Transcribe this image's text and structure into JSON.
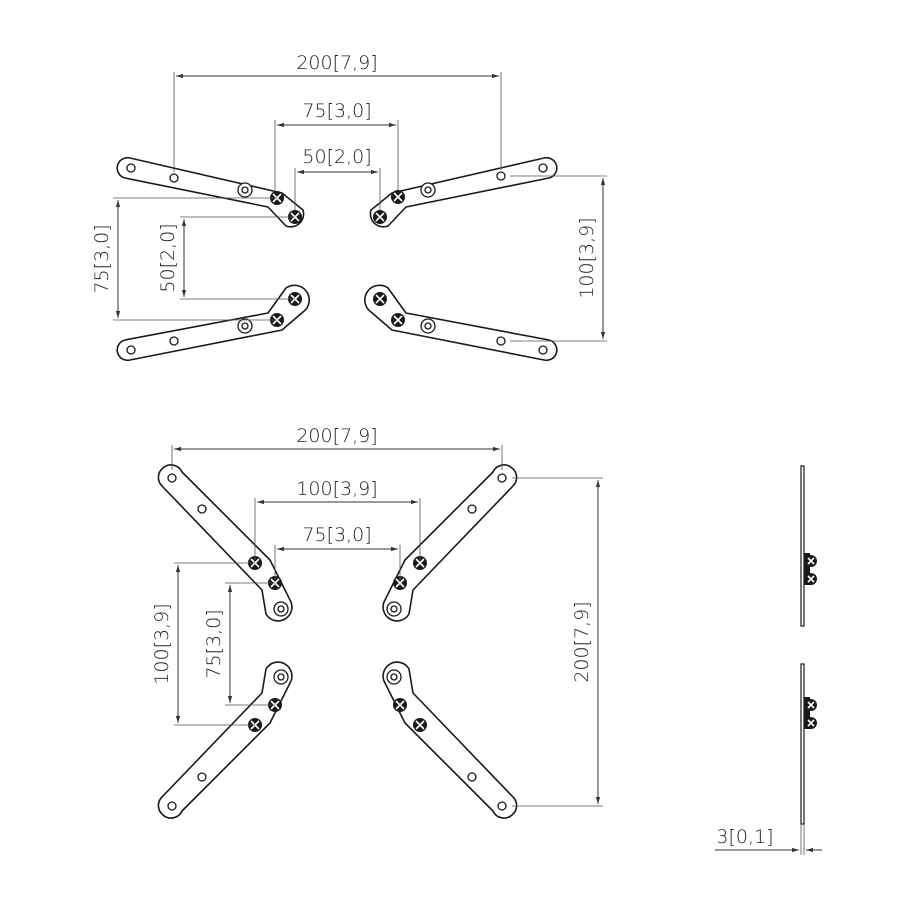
{
  "top_view": {
    "dim_width_outer": "200[7,9]",
    "dim_width_mid": "75[3,0]",
    "dim_width_inner": "50[2,0]",
    "dim_height_left_outer": "75[3,0]",
    "dim_height_left_inner": "50[2,0]",
    "dim_height_right": "100[3,9]"
  },
  "bottom_view": {
    "dim_width_outer": "200[7,9]",
    "dim_width_mid": "100[3,9]",
    "dim_width_inner": "75[3,0]",
    "dim_height_left_outer": "100[3,9]",
    "dim_height_left_inner": "75[3,0]",
    "dim_height_right": "200[7,9]"
  },
  "side_view": {
    "dim_thickness": "3[0,1]"
  }
}
